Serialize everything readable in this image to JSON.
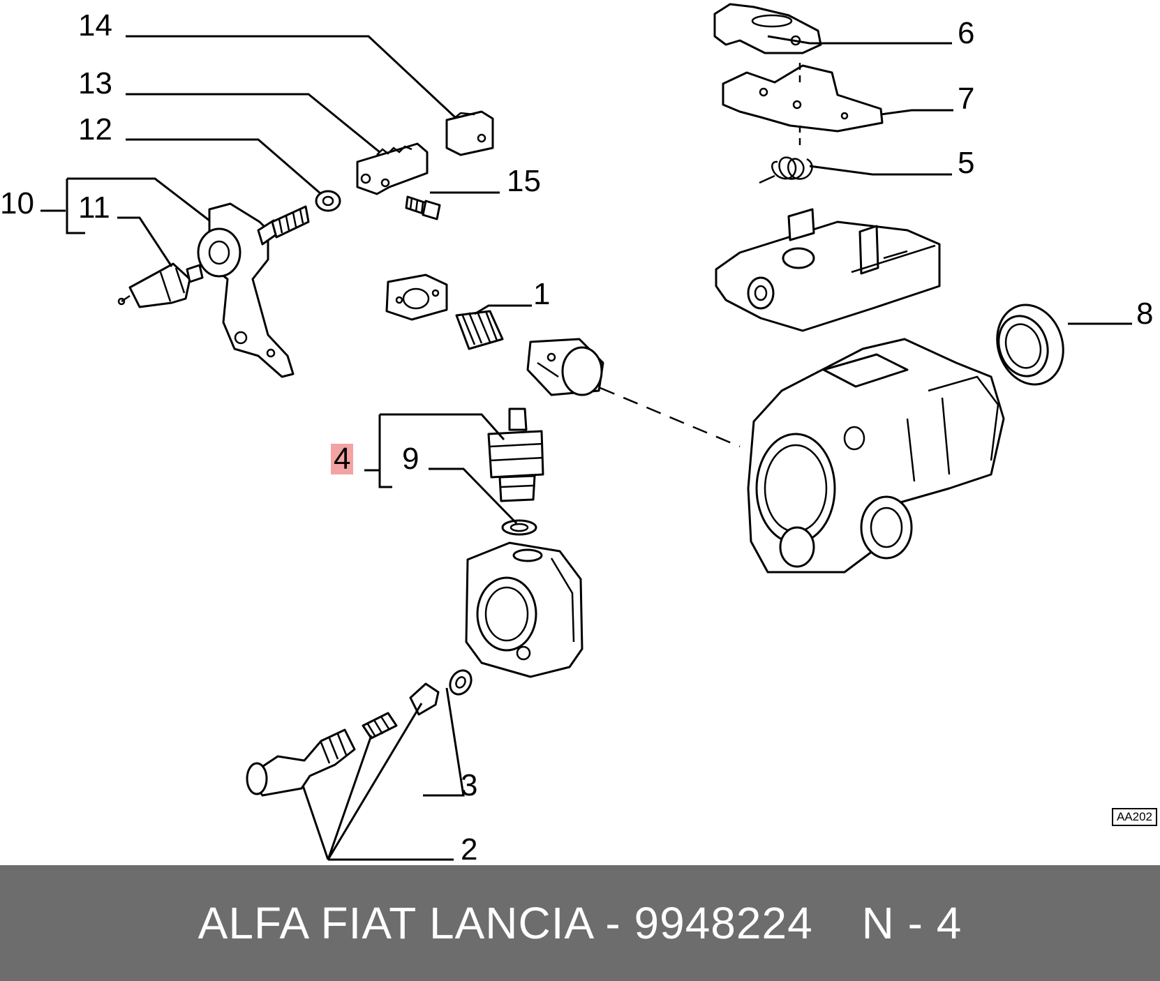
{
  "callouts": {
    "c1": "1",
    "c2": "2",
    "c3": "3",
    "c4": "4",
    "c5": "5",
    "c6": "6",
    "c7": "7",
    "c8": "8",
    "c9": "9",
    "c10": "10",
    "c11": "11",
    "c12": "12",
    "c13": "13",
    "c14": "14",
    "c15": "15"
  },
  "highlight_color": "#f2a3a3",
  "drawing_code": "AA202",
  "footer": {
    "brand_part": "ALFA FIAT LANCIA - 9948224",
    "position": "N - 4"
  },
  "footer_background": "#6d6d6d"
}
